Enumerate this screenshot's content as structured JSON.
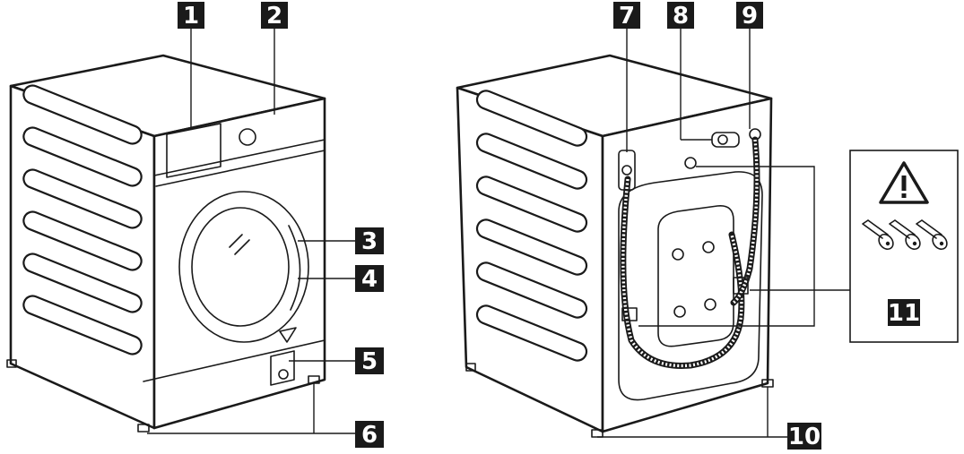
{
  "figure": {
    "labels": [
      "1",
      "2",
      "3",
      "4",
      "5",
      "6",
      "7",
      "8",
      "9",
      "10",
      "11"
    ],
    "warning_symbol": "warning-triangle-icon",
    "colors": {
      "ink": "#1a1a1a",
      "background": "#ffffff",
      "label_text": "#ffffff"
    }
  }
}
